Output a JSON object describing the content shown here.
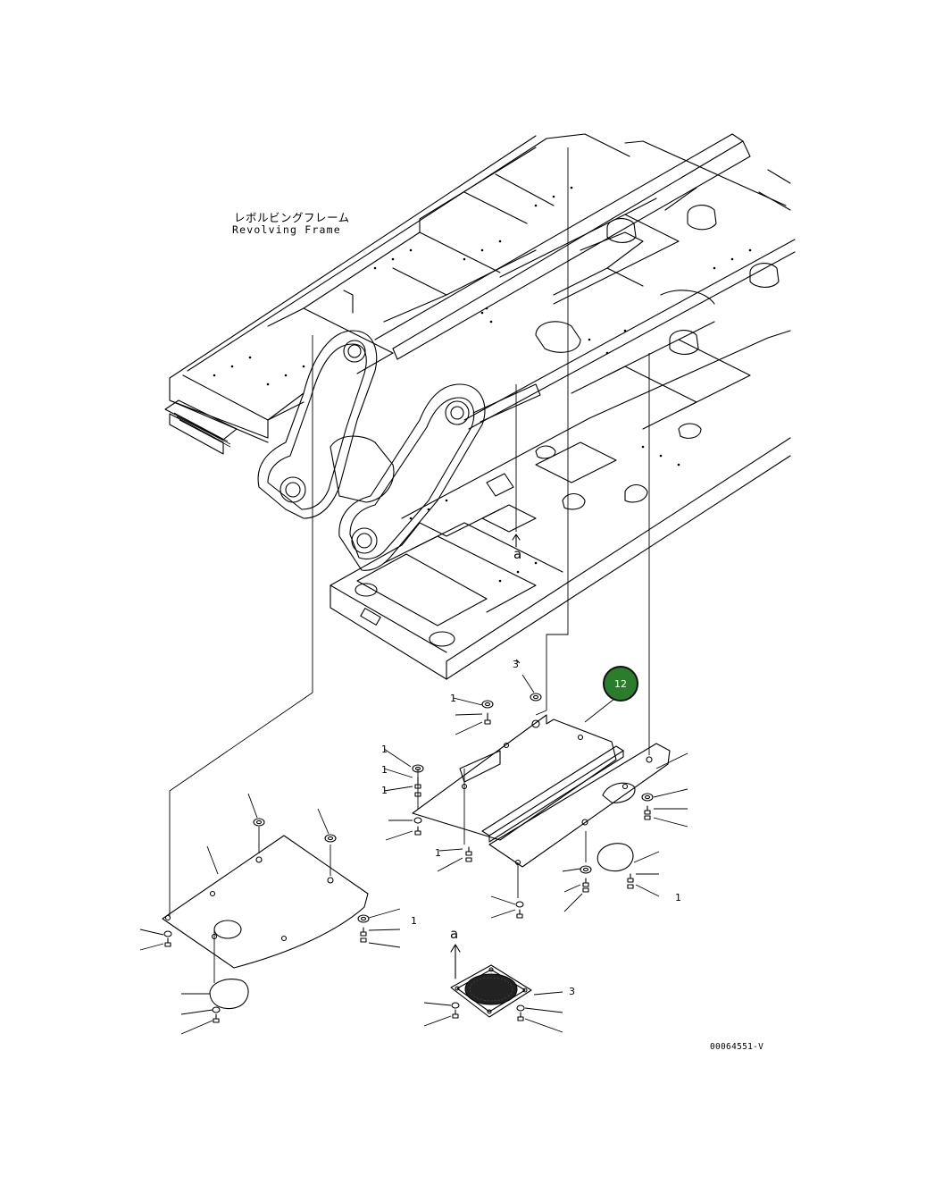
{
  "frame_label": {
    "japanese": "レボルビングフレーム",
    "english": "Revolving Frame"
  },
  "view_marker": "a",
  "callout": {
    "number": "12",
    "color": "#2a7d2a"
  },
  "figure_id": "00064551-V"
}
